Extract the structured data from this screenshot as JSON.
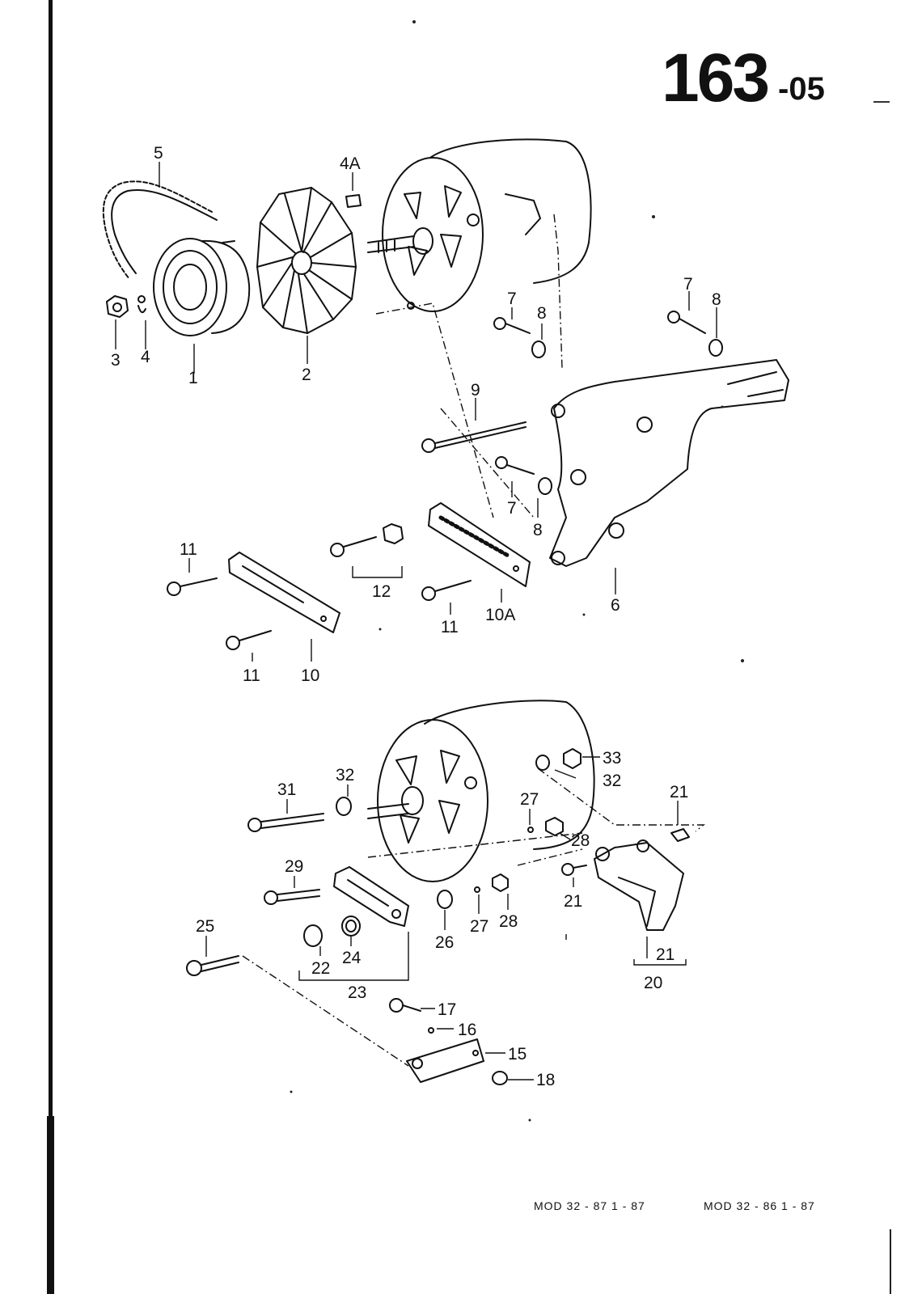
{
  "header": {
    "page_number": "163",
    "page_suffix": "-05"
  },
  "footer": {
    "left_ref": "MOD 32 - 87   1 - 87",
    "right_ref": "MOD 32 - 86   1 - 87"
  },
  "labels": {
    "l1": "1",
    "l2": "2",
    "l3": "3",
    "l4": "4",
    "l4a": "4A",
    "l5": "5",
    "l6": "6",
    "l7": "7",
    "l8": "8",
    "l9": "9",
    "l10": "10",
    "l10a": "10A",
    "l11": "11",
    "l12": "12",
    "l15": "15",
    "l16": "16",
    "l17": "17",
    "l18": "18",
    "l20": "20",
    "l21": "21",
    "l22": "22",
    "l23": "23",
    "l24": "24",
    "l25": "25",
    "l26": "26",
    "l27": "27",
    "l28": "28",
    "l29": "29",
    "l31": "31",
    "l32": "32",
    "l33": "33"
  }
}
